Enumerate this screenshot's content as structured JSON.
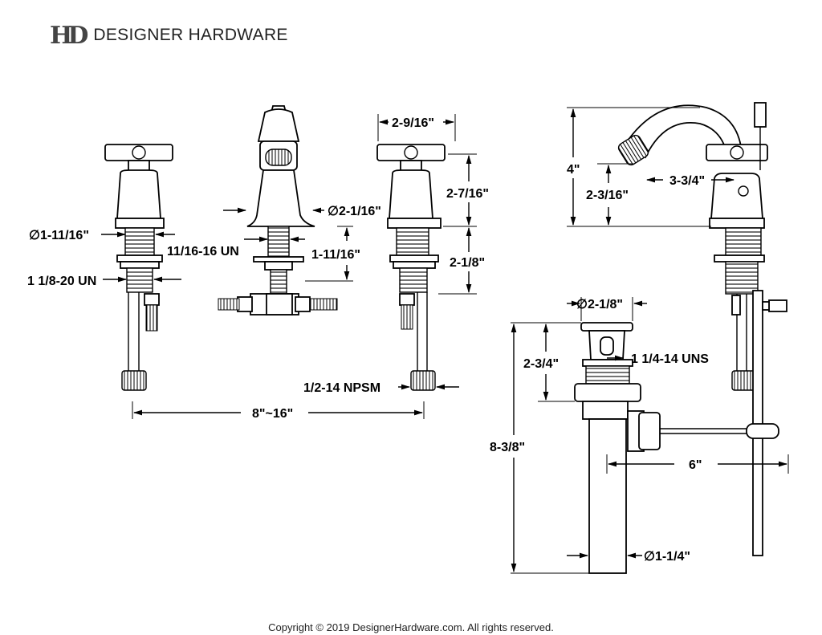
{
  "brand": {
    "monogram": "HD",
    "name": "DESIGNER HARDWARE"
  },
  "copyright": "Copyright © 2019 DesignerHardware.com. All rights reserved.",
  "dimensions": {
    "handle_diameter": "∅1-11/16\"",
    "valve_thread": "1 1/8-20 UN",
    "spout_thread": "11/16-16 UN",
    "spout_diameter": "∅2-1/16\"",
    "spout_shank": "1-11/16\"",
    "handle_width": "2-9/16\"",
    "handle_height": "2-7/16\"",
    "valve_shank": "2-1/8\"",
    "supply_thread": "1/2-14 NPSM",
    "spread": "8\"~16\"",
    "spout_height": "4\"",
    "aerator_height": "2-3/16\"",
    "spout_reach": "3-3/4\"",
    "drain_flange_diameter": "∅2-1/8\"",
    "drain_thread": "1 1/4-14 UNS",
    "drain_body": "2-3/4\"",
    "drain_total": "8-3/8\"",
    "lift_rod_offset": "6\"",
    "tailpiece_diameter": "∅1-1/4\""
  }
}
